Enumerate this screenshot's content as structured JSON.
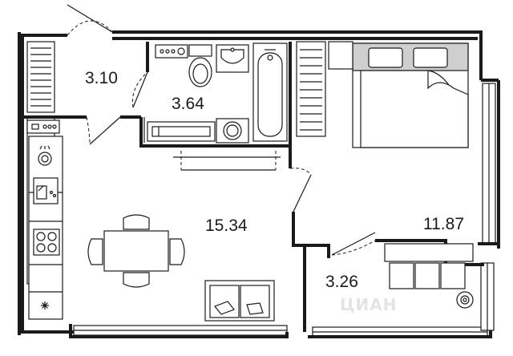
{
  "rooms": [
    {
      "id": "hall",
      "area": "3.10"
    },
    {
      "id": "bathroom",
      "area": "3.64"
    },
    {
      "id": "kitchen-living",
      "area": "15.34"
    },
    {
      "id": "bedroom",
      "area": "11.87"
    },
    {
      "id": "balcony",
      "area": "3.26"
    }
  ],
  "watermark": "ЦИАН"
}
